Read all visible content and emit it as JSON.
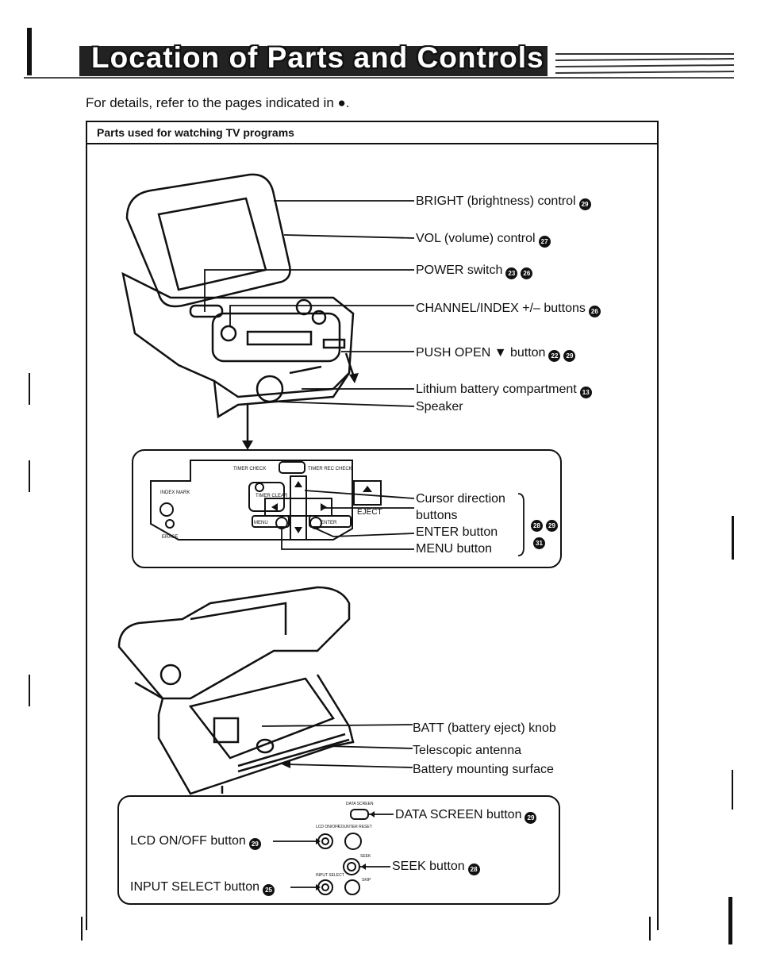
{
  "page": {
    "title": "Location of Parts and Controls",
    "intro": "For details, refer to the pages indicated in ●.",
    "section": "Parts used for watching TV programs"
  },
  "top_labels": [
    {
      "text": "BRIGHT (brightness) control",
      "refs": [
        "29"
      ]
    },
    {
      "text": "VOL (volume) control",
      "refs": [
        "27"
      ]
    },
    {
      "text": "POWER switch",
      "refs": [
        "23",
        "26"
      ]
    },
    {
      "text": "CHANNEL/INDEX +/– buttons",
      "refs": [
        "26"
      ]
    },
    {
      "text": "PUSH OPEN ▼ button",
      "refs": [
        "22",
        "29"
      ]
    },
    {
      "text": "Lithium battery compartment",
      "refs": [
        "13"
      ]
    },
    {
      "text": "Speaker",
      "refs": []
    }
  ],
  "control_panel": {
    "labels": {
      "cursor": "Cursor direction",
      "cursor2": "buttons",
      "enter": "ENTER button",
      "menu": "MENU button"
    },
    "refs": [
      "28",
      "29",
      "31"
    ],
    "panel_text": {
      "timer_check": "TIMER CHECK",
      "timer_rec": "TIMER REC CHECK",
      "timer_clear": "TIMER CLEAR",
      "eject": "EJECT",
      "menu_key": "MENU",
      "enter_key": "ENTER",
      "index_mark": "INDEX MARK",
      "erase": "ERASE"
    }
  },
  "bottom_labels": [
    {
      "text": "BATT (battery eject) knob",
      "refs": []
    },
    {
      "text": "Telescopic antenna",
      "refs": []
    },
    {
      "text": "Battery mounting surface",
      "refs": []
    }
  ],
  "button_panel": {
    "data_screen": {
      "text": "DATA SCREEN button",
      "ref": "29"
    },
    "lcd": {
      "text": "LCD ON/OFF button",
      "ref": "29"
    },
    "seek": {
      "text": "SEEK button",
      "ref": "28"
    },
    "input": {
      "text": "INPUT SELECT button",
      "ref": "25"
    },
    "panel_text": {
      "data_screen_small": "DATA SCREEN",
      "lcd_small": "LCD ON/OFF",
      "counter": "COUNTER RESET",
      "seek_small": "SEEK",
      "input_small": "INPUT SELECT",
      "skip": "SKIP"
    }
  }
}
